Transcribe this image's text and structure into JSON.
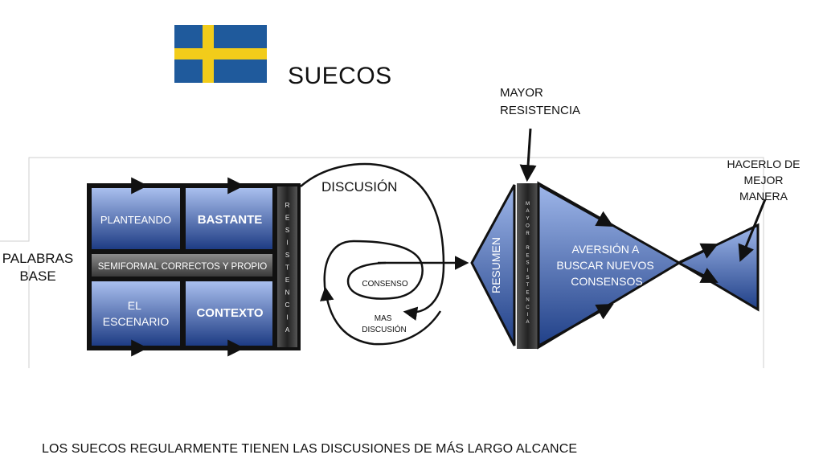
{
  "title": "SUECOS",
  "left_label": "PALABRAS\nBASE",
  "boxes": {
    "top_left": "PLANTEANDO",
    "top_right": "BASTANTE",
    "middle_bar": "SEMIFORMAL CORRECTOS Y PROPIO",
    "bottom_left": "EL\nESCENARIO",
    "bottom_right": "CONTEXTO"
  },
  "resistencia_bar": "RESISTENCIA",
  "discussion_label": "DISCUSIÓN",
  "consenso_label": "CONSENSO",
  "mas_discusion_label": "MAS\nDISCUSIÓN",
  "resumen_label": "RESUMEN",
  "mayor_resistencia_bar": "MAYOR RESISTENCIA",
  "mayor_resistencia_label": "MAYOR\nRESISTENCIA",
  "aversion_label": "AVERSIÓN A\nBUSCAR NUEVOS\nCONSENSOS",
  "hacerlo_label": "HACERLO DE\nMEJOR\nMANERA",
  "caption": "LOS SUECOS REGULARMENTE TIENEN LAS DISCUSIONES DE MÁS LARGO ALCANCE",
  "colors": {
    "flag_blue": "#1f5a9c",
    "flag_yellow": "#f2cc1a",
    "box_top": "#9fb5e6",
    "box_bottom": "#1f3f86",
    "dark_bar": "#333333"
  }
}
